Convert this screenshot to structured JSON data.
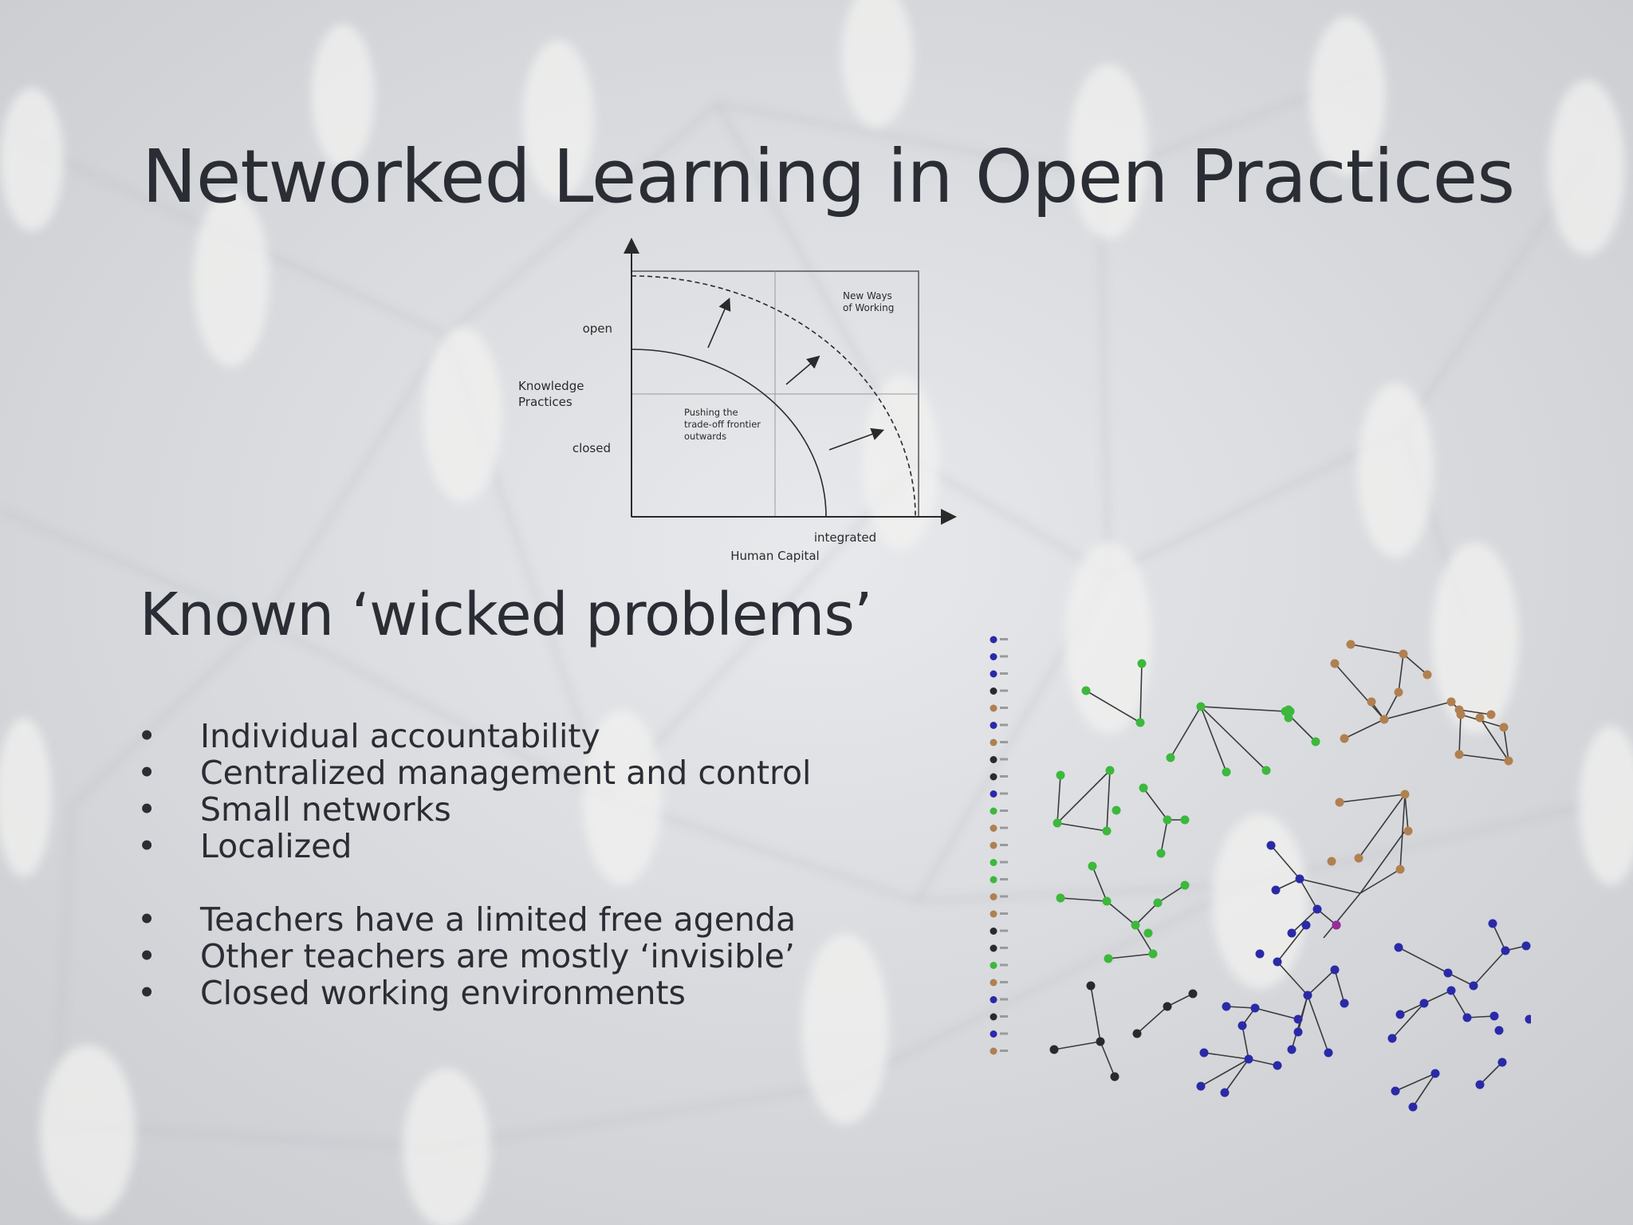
{
  "slide": {
    "title": "Networked Learning in Open Practices",
    "subheading": "Known ‘wicked problems’",
    "bullets": [
      "Individual accountability",
      "Centralized management and control",
      "Small networks",
      "Localized",
      "",
      "Teachers have a limited free agenda",
      "Other teachers are mostly ‘invisible’",
      "Closed working environments"
    ],
    "bullet_symbol": "•"
  },
  "frontier_diagram": {
    "y_axis_label": [
      "Knowledge",
      "Practices"
    ],
    "y_ticks": {
      "high": "open",
      "low": "closed"
    },
    "x_axis_label": "Human Capital",
    "x_tick_right": "integrated",
    "quadrant_label": [
      "New Ways",
      "of Working"
    ],
    "center_label": [
      "Pushing the",
      "trade-off frontier",
      "outwards"
    ]
  },
  "network_graph": {
    "colors": {
      "green": "#3cb83c",
      "blue": "#2a2aa8",
      "brown": "#b08050",
      "black": "#2a2a2a",
      "purple": "#9a2a9a"
    },
    "legend_colors": [
      "blue",
      "blue",
      "blue",
      "black",
      "brown",
      "blue",
      "brown",
      "black",
      "black",
      "blue",
      "green",
      "brown",
      "brown",
      "green",
      "green",
      "brown",
      "brown",
      "black",
      "black",
      "green",
      "brown",
      "blue",
      "black",
      "blue",
      "brown"
    ]
  }
}
